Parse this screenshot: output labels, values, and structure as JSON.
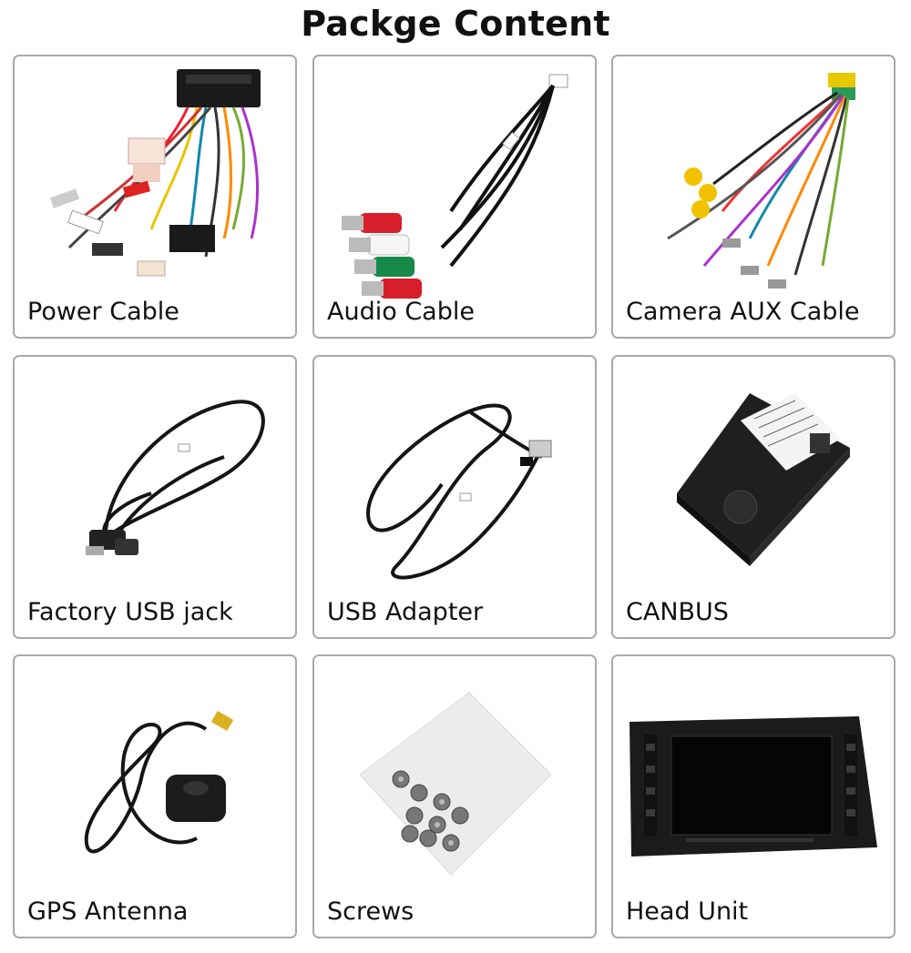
{
  "page": {
    "title": "Packge Content"
  },
  "items": [
    {
      "label": "Power Cable",
      "icon": "power-cable-icon"
    },
    {
      "label": "Audio Cable",
      "icon": "audio-cable-icon"
    },
    {
      "label": "Camera AUX Cable",
      "icon": "camera-aux-cable-icon"
    },
    {
      "label": "Factory USB jack",
      "icon": "usb-jack-cable-icon"
    },
    {
      "label": "USB Adapter",
      "icon": "usb-adapter-cable-icon"
    },
    {
      "label": "CANBUS",
      "icon": "canbus-box-icon"
    },
    {
      "label": "GPS Antenna",
      "icon": "gps-antenna-icon"
    },
    {
      "label": "Screws",
      "icon": "screws-bag-icon"
    },
    {
      "label": "Head Unit",
      "icon": "head-unit-icon"
    }
  ],
  "colors": {
    "border": "#a9a9a9",
    "text": "#111111"
  }
}
